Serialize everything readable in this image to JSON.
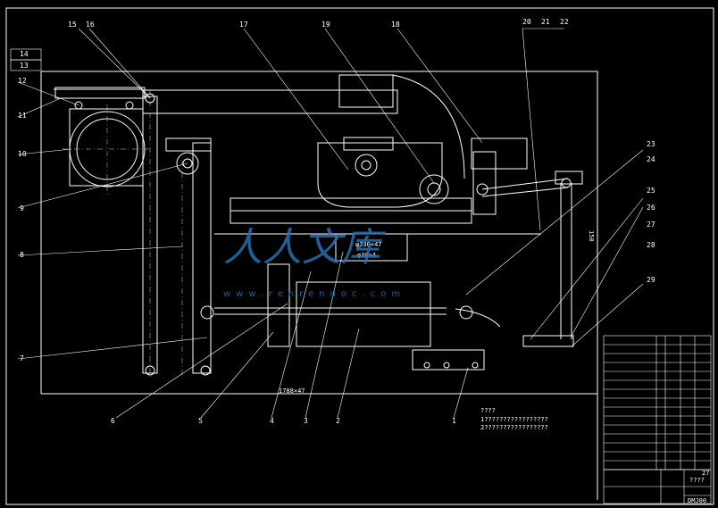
{
  "drawing": {
    "part_numbers_top": [
      "15",
      "16",
      "17",
      "19",
      "18",
      "20",
      "21",
      "22"
    ],
    "part_numbers_left": [
      "14",
      "13",
      "12",
      "11",
      "10",
      "9",
      "8",
      "7",
      "6"
    ],
    "part_numbers_right": [
      "23",
      "24",
      "25",
      "26",
      "27",
      "28",
      "29"
    ],
    "part_numbers_bottom": [
      "5",
      "4",
      "3",
      "2",
      "1"
    ],
    "notes_title": "????",
    "notes_lines": [
      "1?????????????????",
      "2?????????????????"
    ],
    "dimension_bottom": "1788×47",
    "dimension_side": "150",
    "center_label_a": "φ130×47",
    "center_label_b": "φ30×4",
    "drawing_code": "DMJ00",
    "title_block_labels": [
      "????",
      "27"
    ],
    "watermark_main": "人人文库",
    "watermark_url": "www.renrendoc.com"
  }
}
